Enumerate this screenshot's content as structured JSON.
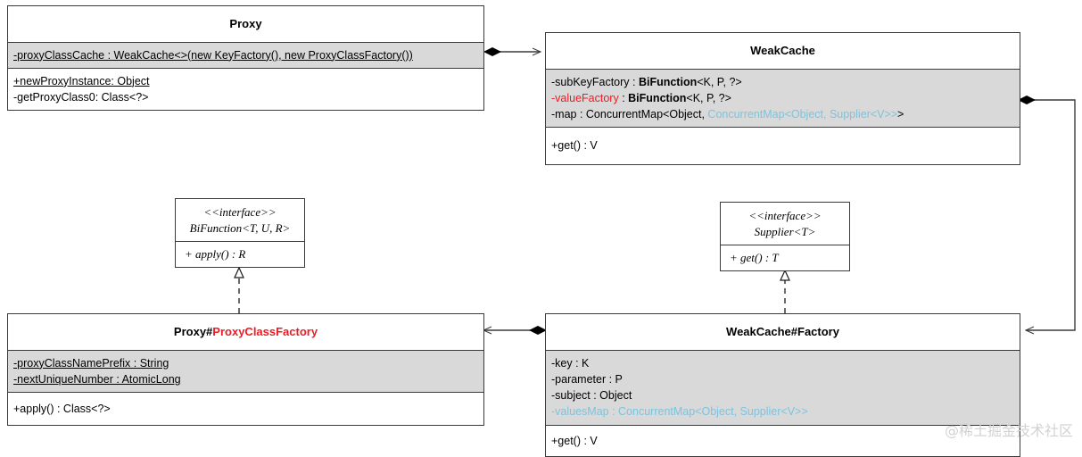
{
  "diagram": {
    "title": "Proxy / WeakCache UML class diagram",
    "watermark": "@稀土掘金技术社区",
    "colors": {
      "fill_attributes": "#d9d9d9",
      "fill_body": "#ffffff",
      "border": "#3a3a3a",
      "accent_red": "#ee1b24",
      "accent_blue": "#7ec3dc",
      "watermark": "#d2d2d2"
    }
  },
  "classes": {
    "proxy": {
      "name": "Proxy",
      "attributes": [
        {
          "text": "-proxyClassCache : WeakCache<>(new KeyFactory(), new ProxyClassFactory())",
          "static": true
        }
      ],
      "operations": [
        {
          "text": "+newProxyInstance: Object",
          "static": true
        },
        {
          "text": "-getProxyClass0: Class<?>",
          "static": false
        }
      ]
    },
    "weak_cache": {
      "name": "WeakCache",
      "attributes": [
        {
          "prefix": "-subKeyFactory : ",
          "bold": "BiFunction",
          "suffix": "<K, P, ?>"
        },
        {
          "prefix_red": "-valueFactory",
          "mid": " : ",
          "bold": "BiFunction",
          "suffix": "<K, P, ?>"
        },
        {
          "prefix": "-map : ConcurrentMap<Object, ",
          "blue": "ConcurrentMap<Object, Supplier<V>>",
          "suffix": ">"
        }
      ],
      "operations": [
        {
          "text": "+get() : V",
          "static": false
        }
      ]
    },
    "proxy_class_factory": {
      "name_black": "Proxy#",
      "name_red": "ProxyClassFactory",
      "attributes": [
        {
          "text": "-proxyClassNamePrefix : String",
          "static": true
        },
        {
          "text": "-nextUniqueNumber : AtomicLong",
          "static": true
        }
      ],
      "operations": [
        {
          "text": "+apply() : Class<?>",
          "static": false
        }
      ]
    },
    "weak_cache_factory": {
      "name": "WeakCache#Factory",
      "attributes": [
        {
          "text": "-key : K"
        },
        {
          "text": "-parameter : P"
        },
        {
          "text": "-subject : Object"
        },
        {
          "blue_full": "-valuesMap : ConcurrentMap<Object, Supplier<V>>"
        }
      ],
      "operations": [
        {
          "text": "+get() : V",
          "static": false
        }
      ]
    }
  },
  "interfaces": {
    "bifunction": {
      "stereotype": "<<interface>>",
      "name": "BiFunction<T, U, R>",
      "operations": [
        "+ apply() : R"
      ]
    },
    "supplier": {
      "stereotype": "<<interface>>",
      "name": "Supplier<T>",
      "operations": [
        "+ get() : T"
      ]
    }
  },
  "relations": [
    {
      "id": "proxy-to-weakcache",
      "kind": "composition-directed",
      "from": "Proxy",
      "to": "WeakCache"
    },
    {
      "id": "weakcache-to-weakcachefactory",
      "kind": "composition-directed",
      "from": "WeakCache",
      "to": "WeakCache#Factory"
    },
    {
      "id": "weakcachefactory-to-proxyclassfactory",
      "kind": "composition-directed",
      "from": "WeakCache#Factory",
      "to": "Proxy#ProxyClassFactory"
    },
    {
      "id": "proxyclassfactory-realizes-bifunction",
      "kind": "realization",
      "from": "Proxy#ProxyClassFactory",
      "to": "BiFunction<T, U, R>"
    },
    {
      "id": "weakcachefactory-realizes-supplier",
      "kind": "realization",
      "from": "WeakCache#Factory",
      "to": "Supplier<T>"
    }
  ]
}
